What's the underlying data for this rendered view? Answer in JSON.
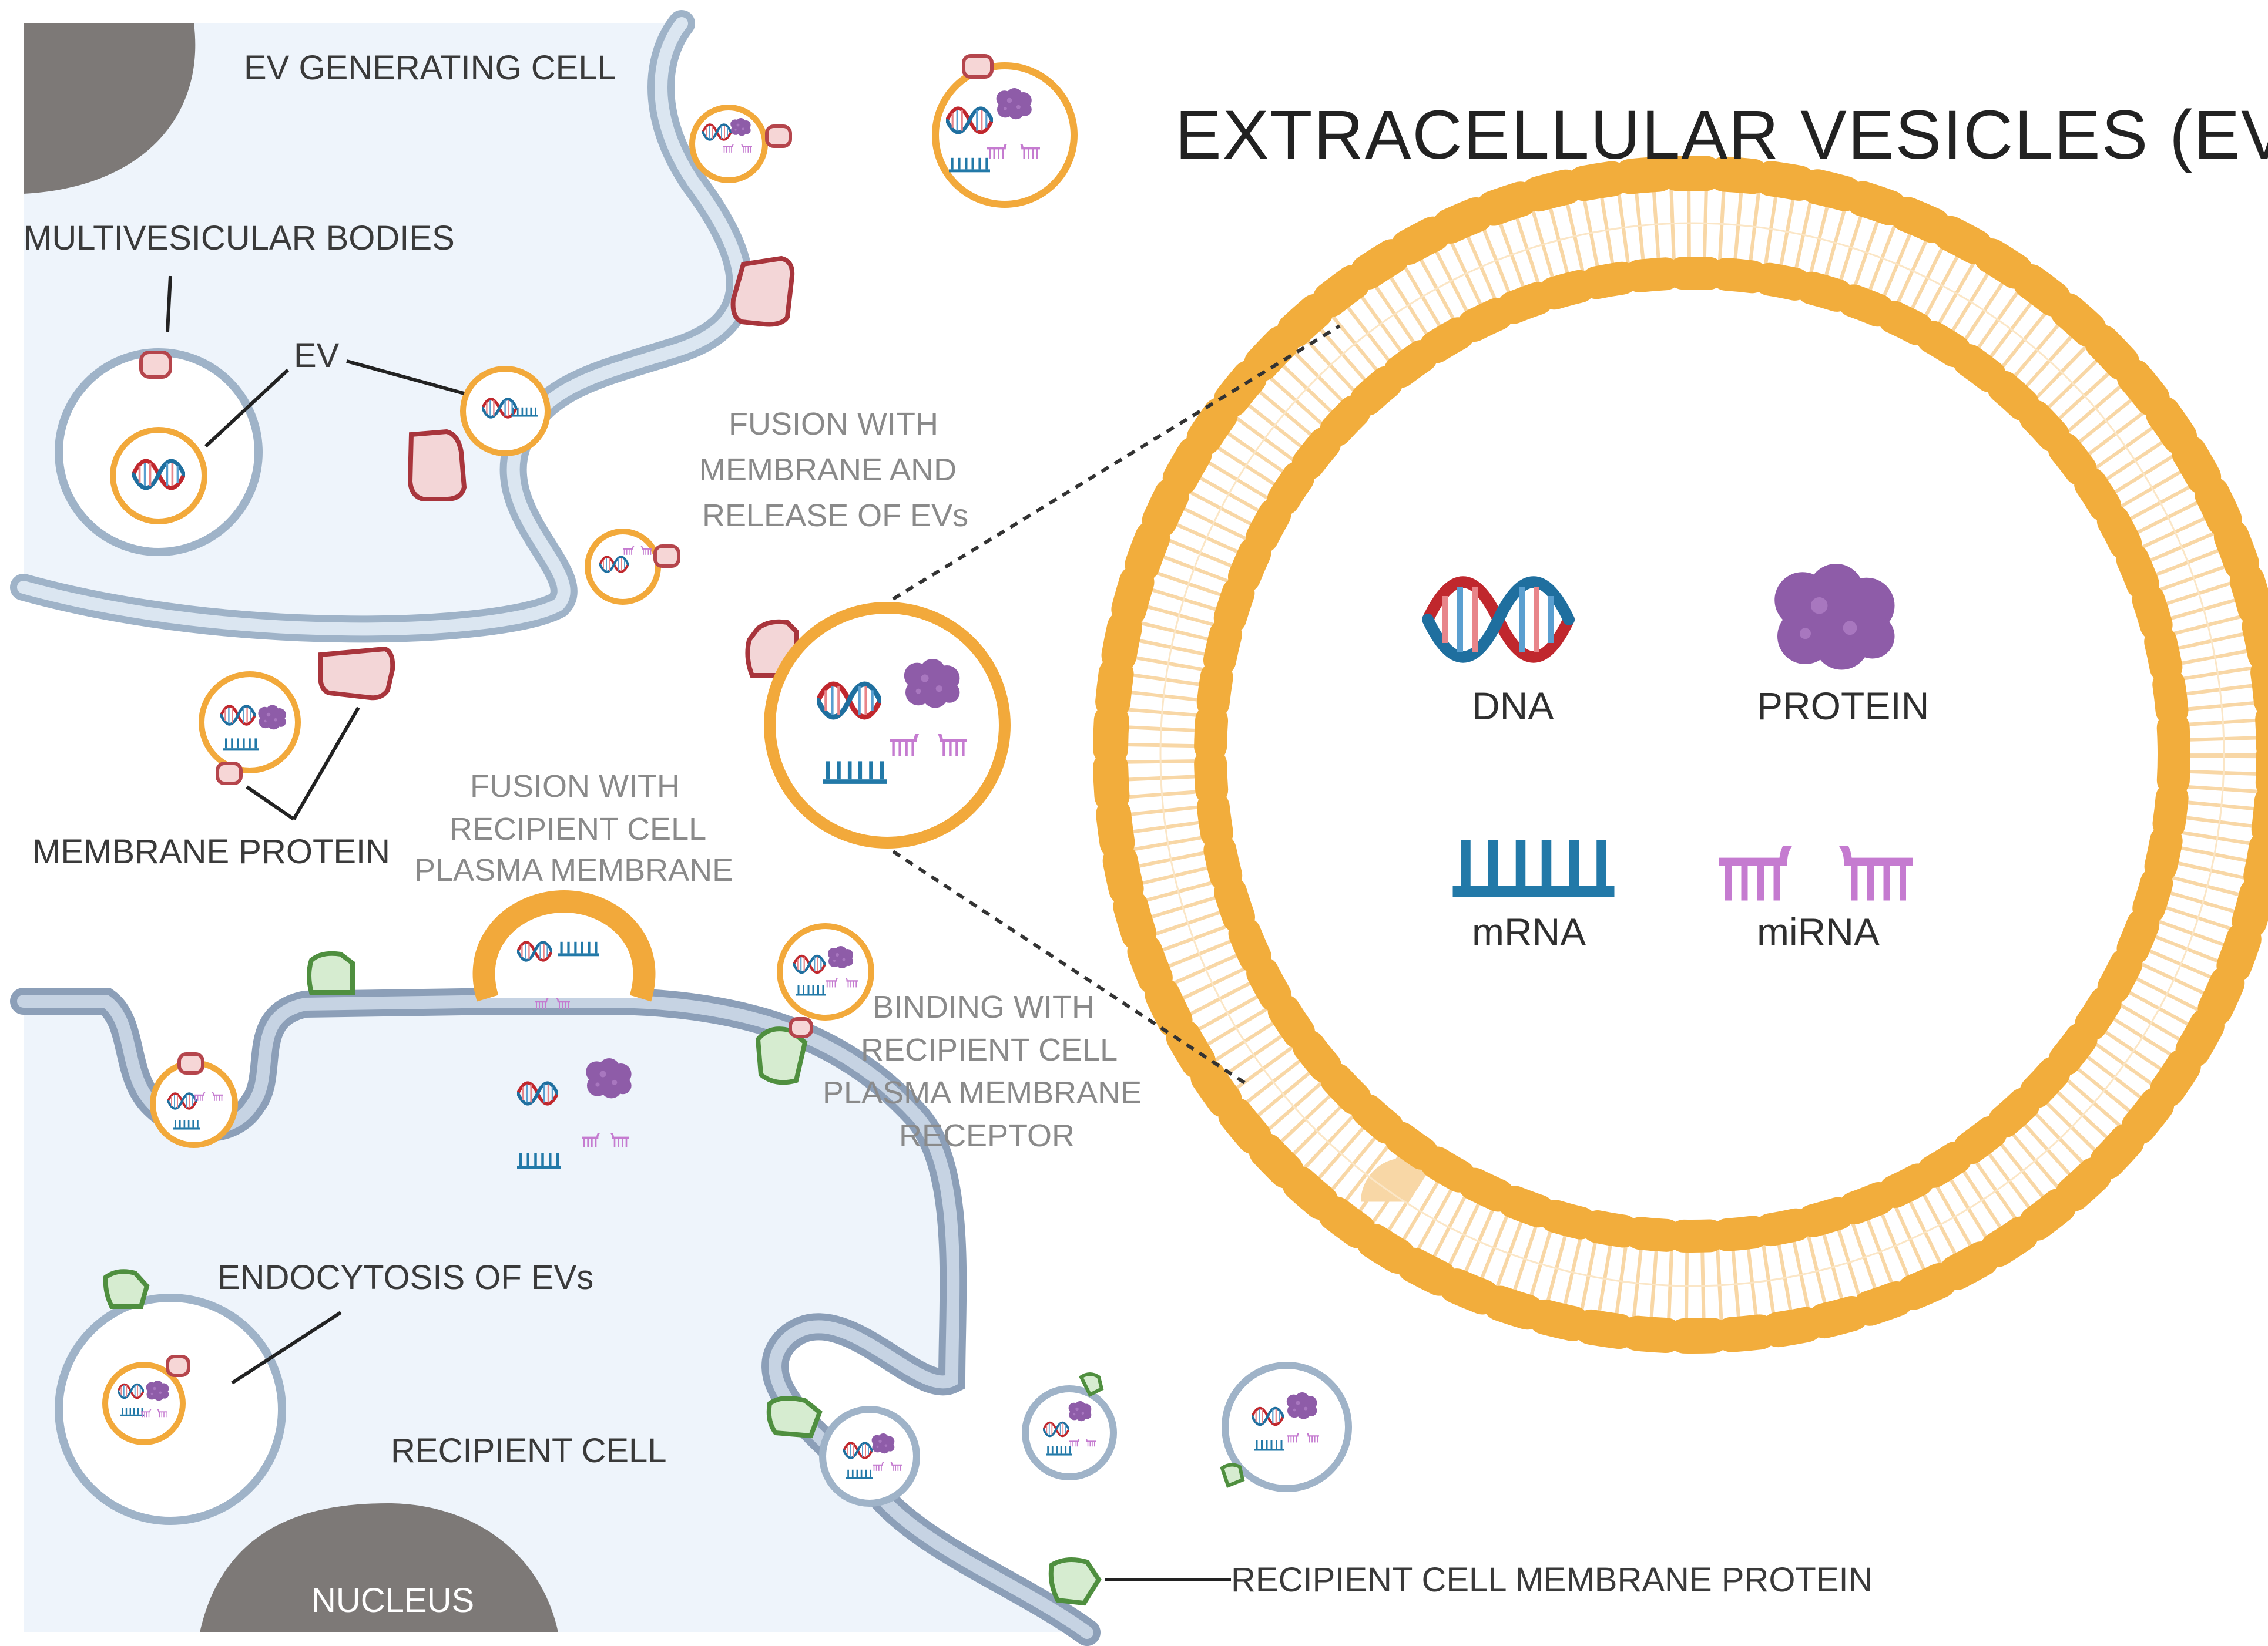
{
  "title": "EXTRACELLULAR VESICLES (EV)",
  "labels": {
    "ev_generating_cell": "EV GENERATING CELL",
    "multivesicular_bodies": "MULTIVESICULAR BODIES",
    "ev": "EV",
    "membrane_protein": "MEMBRANE PROTEIN",
    "fusion_release": [
      "FUSION WITH",
      "MEMBRANE AND",
      "RELEASE OF EVs"
    ],
    "fusion_recipient": [
      "FUSION WITH",
      "RECIPIENT CELL",
      "PLASMA MEMBRANE"
    ],
    "binding_receptor": [
      "BINDING WITH",
      "RECIPIENT CELL",
      "PLASMA MEMBRANE",
      "RECEPTOR"
    ],
    "endocytosis": "ENDOCYTOSIS OF EVs",
    "recipient_cell": "RECIPIENT CELL",
    "nucleus": "NUCLEUS",
    "recipient_membrane_protein": "RECIPIENT CELL MEMBRANE PROTEIN"
  },
  "legend": {
    "dna": "DNA",
    "protein": "PROTEIN",
    "mrna": "mRNA",
    "mirna": "miRNA"
  },
  "colors": {
    "cell_fill": "#eef4fb",
    "cell_membrane": "#9fb3c8",
    "vesicle": "#f2a93b",
    "lipid_head": "#f2ad3c",
    "lipid_tail": "#f8d7a6",
    "nucleus": "#7d7977",
    "dna_red": "#c0272d",
    "dna_blue": "#1f6f9f",
    "protein": "#8e5ca8",
    "mrna": "#2279a8",
    "mirna": "#c57bd0",
    "donor_protein": "#b5454c",
    "recipient_protein": "#5b9a4a"
  }
}
